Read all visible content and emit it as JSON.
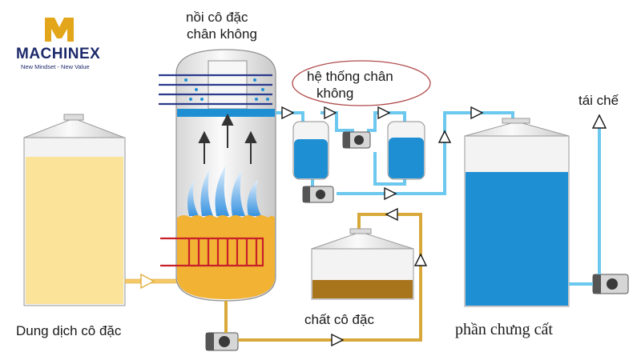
{
  "brand": {
    "name": "MACHINEX",
    "tagline": "New Mindset - New Value"
  },
  "labels": {
    "evaporator_line1": "nồi cô đặc",
    "evaporator_line2": "chân không",
    "vacuum_line1": "hệ thống chân",
    "vacuum_line2": "không",
    "recycle": "tái chế",
    "feed_solution": "Dung dịch cô đặc",
    "concentrate": "chất cô đặc",
    "distillate": "phần chưng cất"
  },
  "colors": {
    "liquid_yellow": "#fbe39a",
    "hot_orange": "#f2b233",
    "water_blue": "#1f8fd4",
    "pipe_light_blue": "#6cc8ee",
    "pipe_gold": "#d8a93a",
    "concentrate_brown": "#a8741c",
    "logo_gold": "#e3a51a",
    "logo_navy": "#1d2a6b",
    "coil_navy": "#2a3a8c",
    "heater_red": "#c8202a",
    "vacuum_ellipse": "#b04a4a"
  }
}
